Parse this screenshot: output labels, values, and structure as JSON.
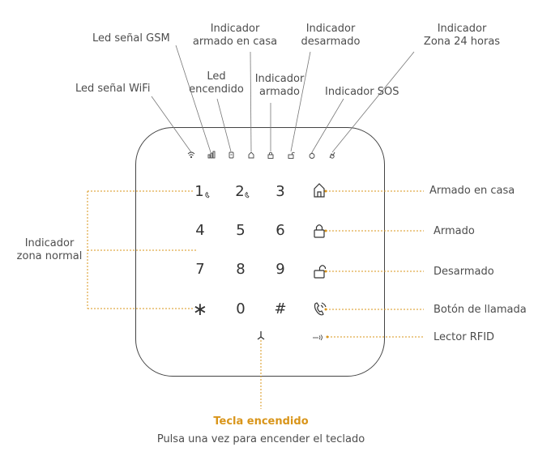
{
  "colors": {
    "accent": "#d9951a",
    "line": "#444444",
    "text": "#4d4d4d"
  },
  "labels": {
    "led_gsm": "Led señal GSM",
    "led_wifi": "Led señal WiFi",
    "armado_casa_ind_l1": "Indicador",
    "armado_casa_ind_l2": "armado en casa",
    "led_encendido_l1": "Led",
    "led_encendido_l2": "encendido",
    "armado_ind_l1": "Indicador",
    "armado_ind_l2": "armado",
    "desarmado_ind_l1": "Indicador",
    "desarmado_ind_l2": "desarmado",
    "sos_ind": "Indicador SOS",
    "zona24_l1": "Indicador",
    "zona24_l2": "Zona 24 horas",
    "zona_normal_l1": "Indicador",
    "zona_normal_l2": "zona normal",
    "armado_en_casa": "Armado en casa",
    "armado": "Armado",
    "desarmado": "Desarmado",
    "boton_llamada": "Botón de llamada",
    "lector_rfid": "Lector RFID"
  },
  "keys": {
    "k1": "1",
    "k2": "2",
    "k3": "3",
    "k4": "4",
    "k5": "5",
    "k6": "6",
    "k7": "7",
    "k8": "8",
    "k9": "9",
    "kstar": "∗",
    "k0": "0",
    "khash": "#"
  },
  "icons": {
    "indicators": [
      "wifi-icon",
      "gsm-signal-icon",
      "power-led-icon",
      "home-armed-icon",
      "armed-lock-icon",
      "disarmed-lock-icon",
      "sos-icon",
      "zone-24h-icon"
    ],
    "keys": [
      "home-icon",
      "lock-closed-icon",
      "lock-open-icon",
      "phone-call-icon",
      "rfid-icon",
      "power-icon"
    ]
  },
  "footer": {
    "title": "Tecla encendido",
    "subtitle": "Pulsa una vez para encender el teclado"
  }
}
